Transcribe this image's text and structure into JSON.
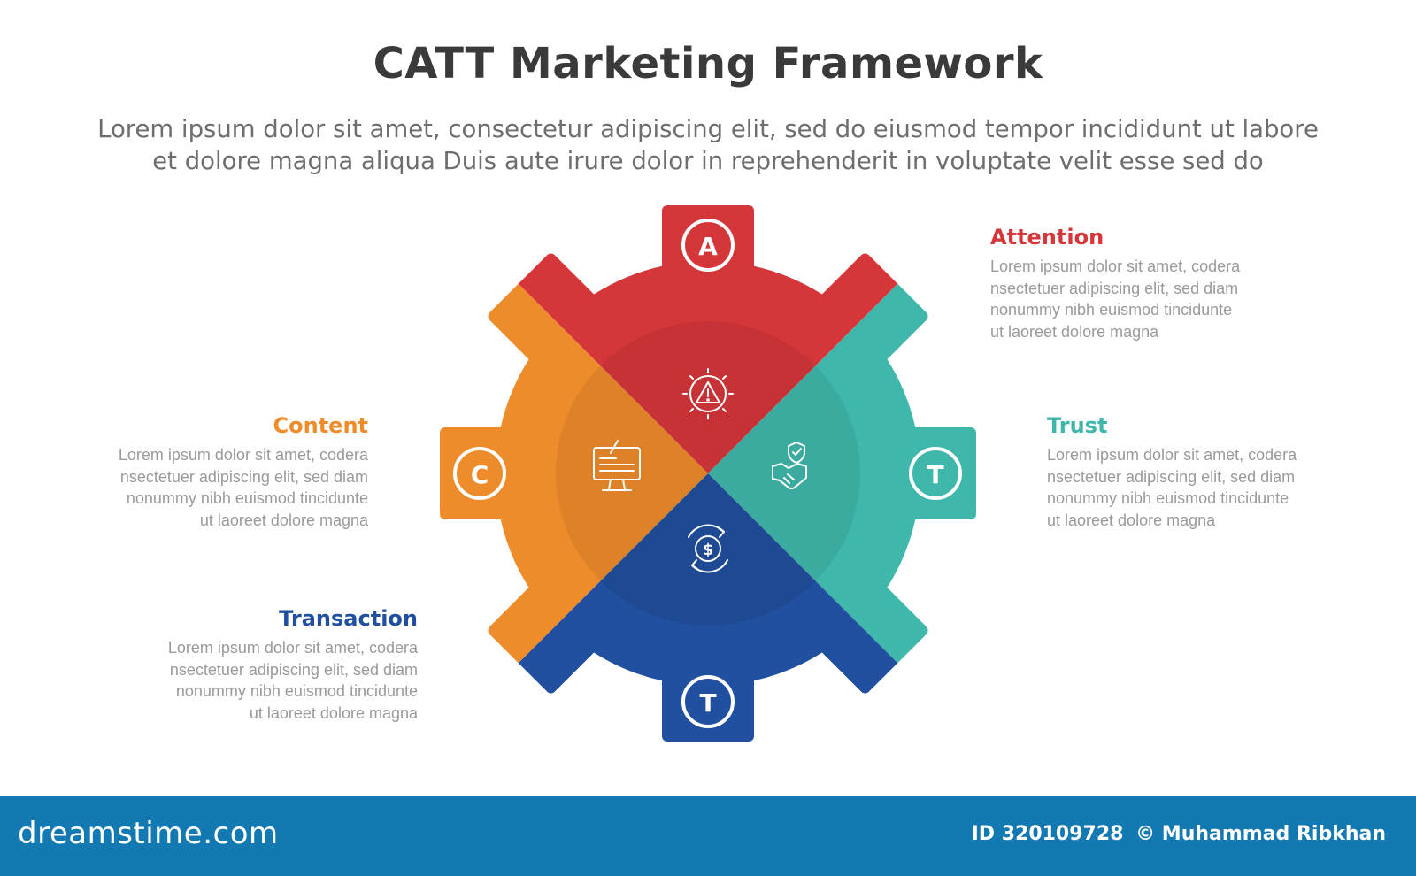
{
  "header": {
    "title": "CATT Marketing Framework",
    "subtitle_lines": [
      "Lorem ipsum dolor sit amet, consectetur adipiscing elit, sed do eiusmod tempor incididunt ut labore",
      "et dolore magna aliqua Duis aute irure dolor in reprehenderit in voluptate velit esse sed do"
    ]
  },
  "segments": [
    {
      "id": "attention",
      "letter": "A",
      "label": "Attention",
      "color": "#d5363a",
      "icon": "warning-icon",
      "desc": [
        "Lorem ipsum dolor sit amet, codera",
        "nsectetuer adipiscing elit, sed diam",
        "nonummy nibh euismod tincidunte",
        "ut laoreet dolore magna"
      ]
    },
    {
      "id": "content",
      "letter": "C",
      "label": "Content",
      "color": "#ee8c2c",
      "icon": "computer-icon",
      "desc": [
        "Lorem ipsum dolor sit amet, codera",
        "nsectetuer adipiscing elit, sed diam",
        "nonummy nibh euismod tincidunte",
        "ut laoreet dolore magna"
      ]
    },
    {
      "id": "trust",
      "letter": "T",
      "label": "Trust",
      "color": "#3fb8ab",
      "icon": "handshake-icon",
      "desc": [
        "Lorem ipsum dolor sit amet, codera",
        "nsectetuer adipiscing elit, sed diam",
        "nonummy nibh euismod tincidunte",
        "ut laoreet dolore magna"
      ]
    },
    {
      "id": "transaction",
      "letter": "T",
      "label": "Transaction",
      "color": "#2150a0",
      "icon": "dollar-cycle-icon",
      "desc": [
        "Lorem ipsum dolor sit amet, codera",
        "nsectetuer adipiscing elit, sed diam",
        "nonummy nibh euismod tincidunte",
        "ut laoreet dolore magna"
      ]
    }
  ],
  "footer": {
    "brand": "dreamstime.com",
    "id_text": "ID 320109728",
    "author": "© Muhammad Ribkhan",
    "color": "#1379b2"
  }
}
